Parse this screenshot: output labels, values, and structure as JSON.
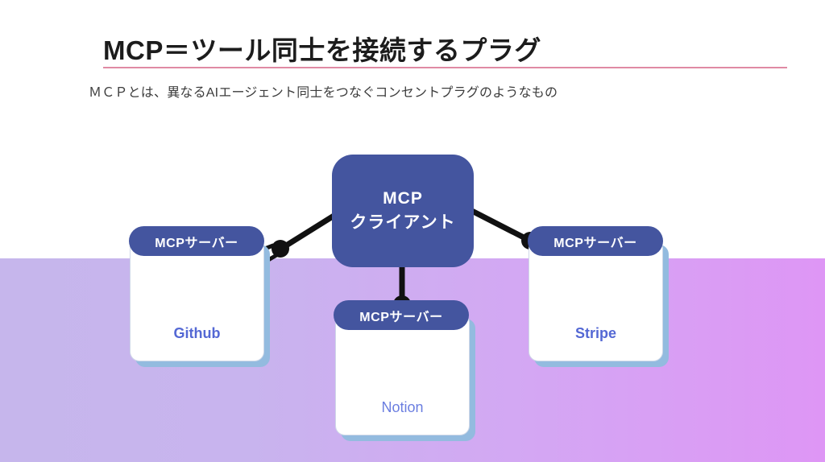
{
  "header": {
    "title": "MCP＝ツール同士を接続するプラグ",
    "subtitle": "ＭＣＰとは、異なるAIエージェント同士をつなぐコンセントプラグのようなもの",
    "rule_color": "#e08aa4"
  },
  "theme": {
    "node_blue": "#44559f",
    "card_shadow_blue": "#93bbdf",
    "label_blue": "#5468d4",
    "band_left": "#c6b6ec",
    "band_right": "#de96f5",
    "cable_black": "#111111"
  },
  "diagram": {
    "client": {
      "line1": "MCP",
      "line2": "クライアント"
    },
    "servers": [
      {
        "pill_label": "MCPサーバー",
        "name": "Github",
        "weight": "bold",
        "position": "left"
      },
      {
        "pill_label": "MCPサーバー",
        "name": "Notion",
        "weight": "regular",
        "position": "bottom"
      },
      {
        "pill_label": "MCPサーバー",
        "name": "Stripe",
        "weight": "bold",
        "position": "right"
      }
    ],
    "connectors": [
      {
        "name": "client-to-github-cable"
      },
      {
        "name": "client-to-notion-cable"
      },
      {
        "name": "client-to-stripe-cable"
      }
    ]
  }
}
